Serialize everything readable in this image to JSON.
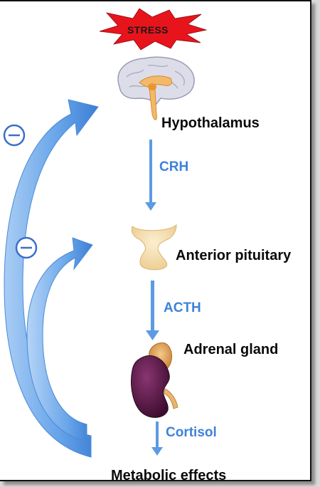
{
  "stress": {
    "text": "STRESS",
    "burst_color": "#e8141c",
    "text_color": "#1a1a1a"
  },
  "organs": {
    "hypothalamus": "Hypothalamus",
    "anterior_pituitary": "Anterior pituitary",
    "adrenal_gland": "Adrenal gland",
    "metabolic_effects": "Metabolic effects"
  },
  "hormones": {
    "crh": "CRH",
    "acth": "ACTH",
    "cortisol": "Cortisol"
  },
  "feedback": {
    "symbol": "−",
    "type": "negative feedback",
    "color": "#5a96e0"
  },
  "colors": {
    "hormone_text": "#3e82d9",
    "arrow": "#5c9be3",
    "feedback_arrow_light": "#a9cdf4",
    "feedback_arrow_dark": "#3c7fd4",
    "kidney": "#5e1a4a",
    "adrenal": "#e0a060",
    "pituitary": "#f5deb0",
    "brain": "#dcdde8"
  }
}
